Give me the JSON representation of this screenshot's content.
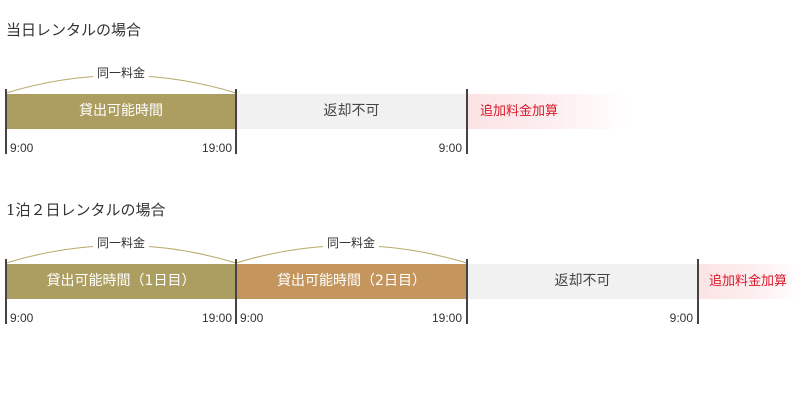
{
  "section1": {
    "title": "当日レンタルの場合",
    "same_fee_label": "同一料金",
    "rental_label": "貸出可能時間",
    "return_label": "返却不可",
    "extra_label": "追加料金加算",
    "time_start": "9:00",
    "time_end": "19:00",
    "time_return": "9:00"
  },
  "section2": {
    "title": "1泊２日レンタルの場合",
    "same_fee_label_1": "同一料金",
    "same_fee_label_2": "同一料金",
    "rental_day1_label": "貸出可能時間（1日目）",
    "rental_day2_label": "貸出可能時間（2日目）",
    "return_label": "返却不可",
    "extra_label": "追加料金加算",
    "time_start_1": "9:00",
    "time_end_1": "19:00",
    "time_start_2": "9:00",
    "time_end_2": "19:00",
    "time_return": "9:00"
  },
  "colors": {
    "day1_bar": "#ac9d60",
    "day2_bar": "#c4965e",
    "return_bar": "#f1f1f1",
    "extra_text": "#d8182a",
    "arc": "#b8a96a"
  }
}
